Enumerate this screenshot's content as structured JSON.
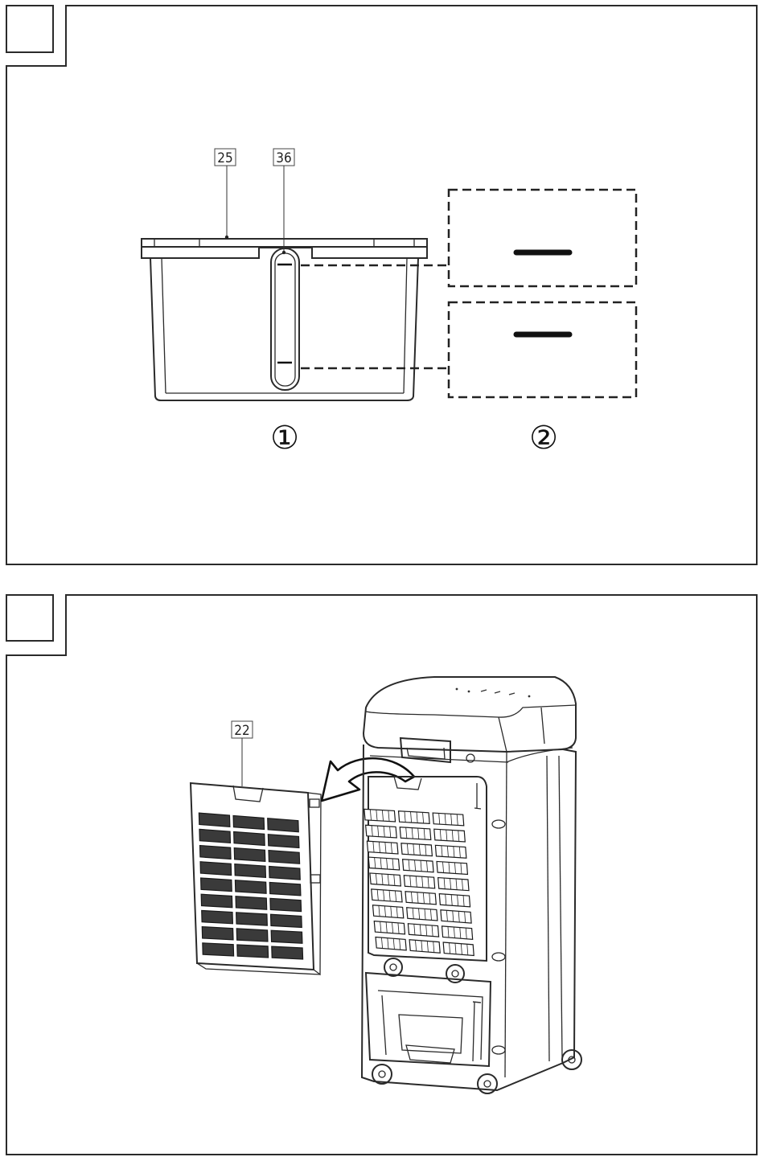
{
  "panel_top": {
    "callouts": [
      {
        "id": "tank-callout",
        "text": "25"
      },
      {
        "id": "level-indicator-callout",
        "text": "36"
      }
    ],
    "step_markers": [
      {
        "id": "step-1",
        "text": "①"
      },
      {
        "id": "step-2",
        "text": "②"
      }
    ]
  },
  "panel_bottom": {
    "callouts": [
      {
        "id": "filter-callout",
        "text": "22"
      }
    ]
  }
}
